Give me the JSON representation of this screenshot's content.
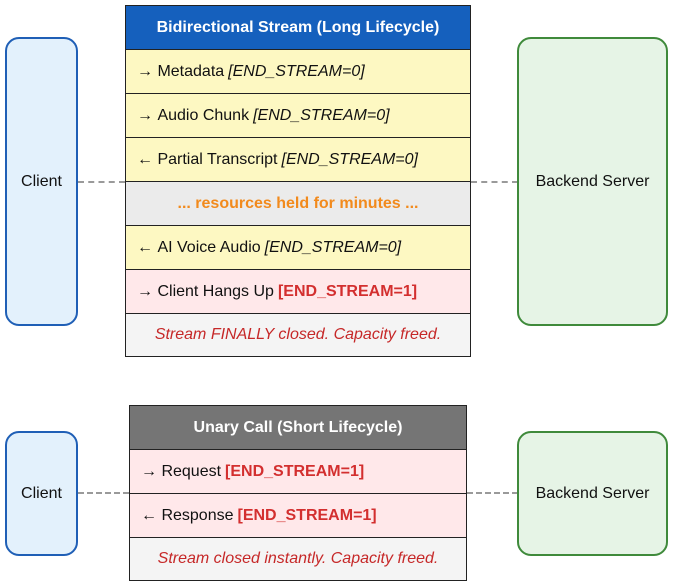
{
  "bidi": {
    "client_label": "Client",
    "server_label": "Backend Server",
    "title": "Bidirectional Stream (Long Lifecycle)",
    "rows": [
      {
        "arrow": "→",
        "text": "Metadata",
        "flag": "[END_STREAM=0]"
      },
      {
        "arrow": "→",
        "text": "Audio Chunk",
        "flag": "[END_STREAM=0]"
      },
      {
        "arrow": "←",
        "text": "Partial Transcript",
        "flag": "[END_STREAM=0]"
      },
      {
        "arrow": "←",
        "text": "AI Voice Audio",
        "flag": "[END_STREAM=0]"
      },
      {
        "arrow": "→",
        "text": "Client Hangs Up",
        "flag": "[END_STREAM=1]"
      }
    ],
    "hold_note": "... resources held for minutes ...",
    "footer": "Stream FINALLY closed. Capacity freed."
  },
  "unary": {
    "client_label": "Client",
    "server_label": "Backend Server",
    "title": "Unary Call (Short Lifecycle)",
    "rows": [
      {
        "arrow": "→",
        "text": "Request",
        "flag": "[END_STREAM=1]"
      },
      {
        "arrow": "←",
        "text": "Response",
        "flag": "[END_STREAM=1]"
      }
    ],
    "footer": "Stream closed instantly. Capacity freed."
  },
  "colors": {
    "client_fill": "#e3f1fc",
    "client_border": "#1f5fb6",
    "server_fill": "#e6f4e6",
    "server_border": "#3f8a3b",
    "bidi_header": "#1560bd",
    "unary_header": "#757575",
    "open_row": "#fdf8c2",
    "closing_row": "#ffe8ea",
    "hold_text": "#f28a1c",
    "end_flag_text": "#d32f2f"
  }
}
